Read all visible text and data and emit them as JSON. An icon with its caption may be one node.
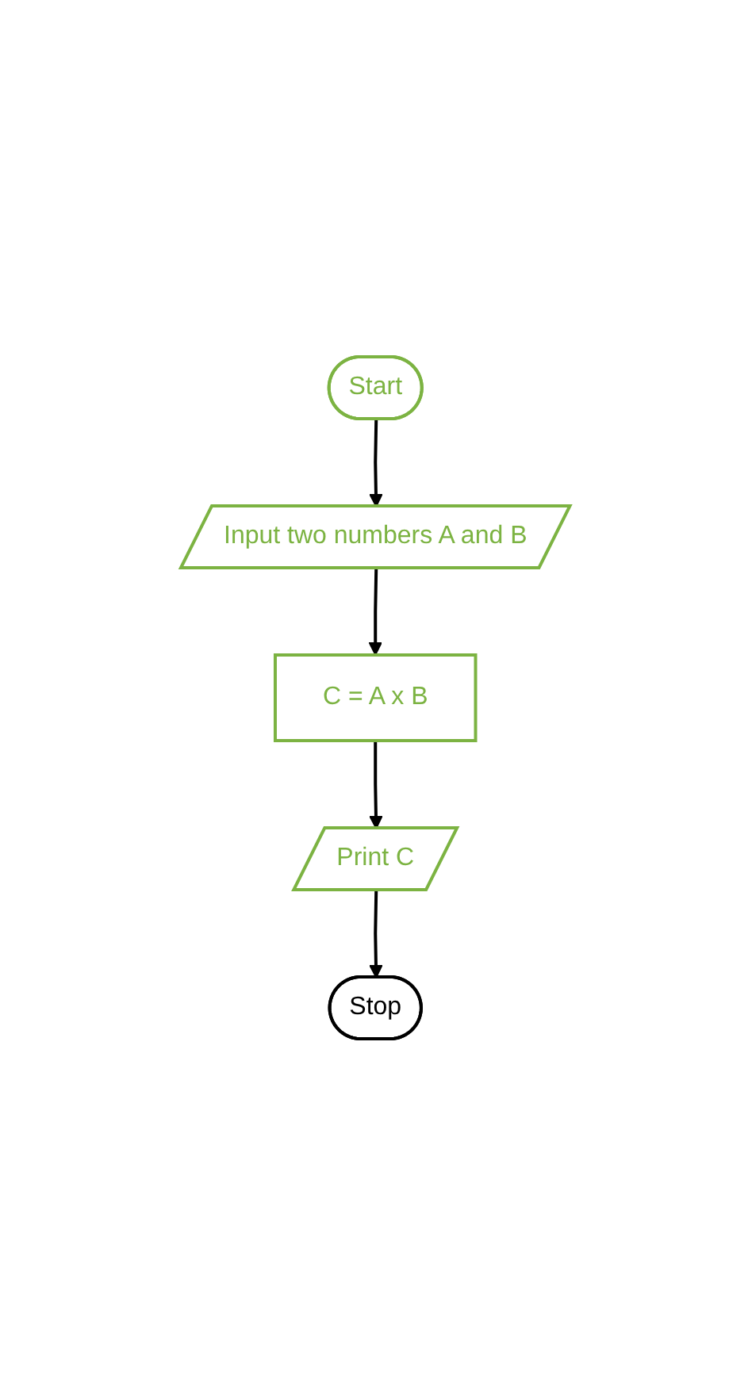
{
  "diagram": {
    "nodes": [
      {
        "text": [
          "Start"
        ]
      },
      {
        "text": [
          "Input two numbers A and B"
        ]
      },
      {
        "text": [
          "C = A x B"
        ]
      },
      {
        "text": [
          "Print C"
        ]
      },
      {
        "text": [
          "Stop"
        ]
      }
    ],
    "edges": [
      {
        "from": 0,
        "to": 1,
        "arrow": "to"
      },
      {
        "from": 1,
        "to": 2,
        "arrow": "to"
      },
      {
        "from": 2,
        "to": 3,
        "arrow": "to"
      },
      {
        "from": 3,
        "to": 4,
        "arrow": "to"
      }
    ]
  }
}
